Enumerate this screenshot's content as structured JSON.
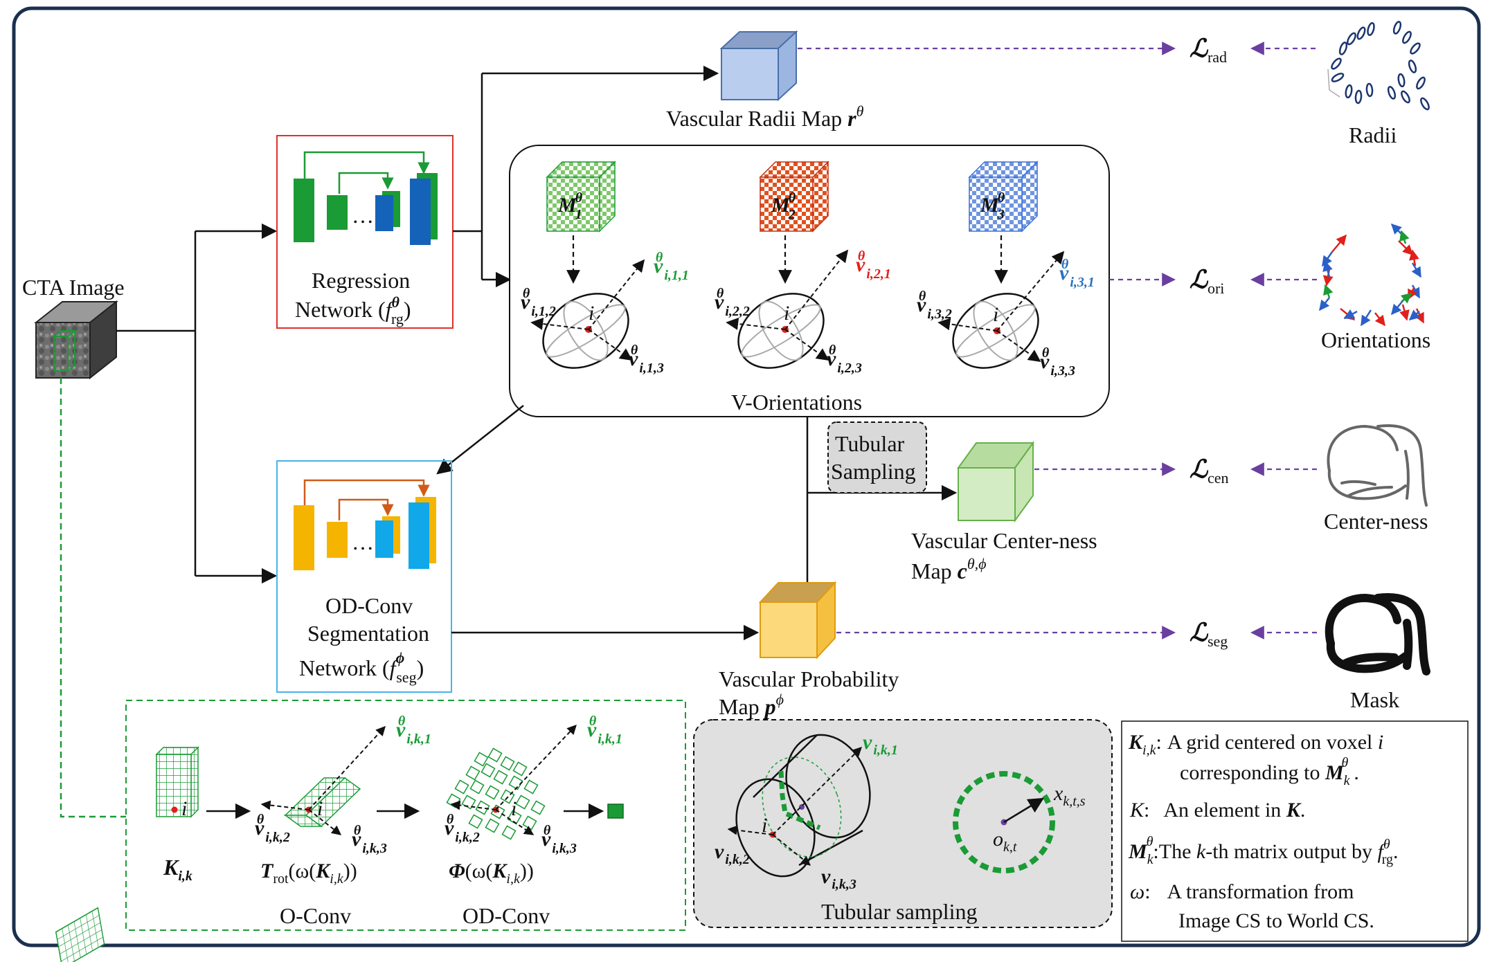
{
  "title_labels": {
    "cta_image": "CTA Image",
    "regression_l1": "Regression",
    "regression_l2": "Network (",
    "regression_fn": "f",
    "regression_sup": "θ",
    "regression_sub": "rg",
    "regression_close": ")",
    "odconv_l1": "OD-Conv",
    "odconv_l2": "Segmentation",
    "odconv_l3": "Network (",
    "odconv_fn": "f",
    "odconv_sup": "ϕ",
    "odconv_sub": "seg",
    "odconv_close": ")",
    "radii_map": "Vascular Radii Map ",
    "radii_sym": "r",
    "radii_sup": "θ",
    "v_orientations": "V-Orientations",
    "centerness_l1": "Vascular Center-ness",
    "centerness_l2": "Map ",
    "centerness_sym": "c",
    "centerness_sup": "θ,ϕ",
    "prob_l1": "Vascular Probability",
    "prob_l2": "Map ",
    "prob_sym": "p",
    "prob_sup": "ϕ",
    "tubular_box_l1": "Tubular",
    "tubular_box_l2": "Sampling",
    "tubular_panel": "Tubular sampling",
    "oconv": "O-Conv",
    "odconv": "OD-Conv"
  },
  "matrices": [
    {
      "sym": "M",
      "sub": "1",
      "sup": "θ",
      "color": "#1f9e3a"
    },
    {
      "sym": "M",
      "sub": "2",
      "sup": "θ",
      "color": "#d23a10"
    },
    {
      "sym": "M",
      "sub": "3",
      "sup": "θ",
      "color": "#3a6fd8"
    }
  ],
  "orient_vectors": [
    {
      "v1": "i,1,1",
      "v2": "i,1,2",
      "v3": "i,1,3",
      "v1_color": "#1f9e3a"
    },
    {
      "v1": "i,2,1",
      "v2": "i,2,2",
      "v3": "i,2,3",
      "v1_color": "#e0201a"
    },
    {
      "v1": "i,3,1",
      "v2": "i,3,2",
      "v3": "i,3,3",
      "v1_color": "#2a6fc0"
    }
  ],
  "losses": [
    {
      "sym": "ℒ",
      "sub": "rad"
    },
    {
      "sym": "ℒ",
      "sub": "ori"
    },
    {
      "sym": "ℒ",
      "sub": "cen"
    },
    {
      "sym": "ℒ",
      "sub": "seg"
    }
  ],
  "targets": [
    "Radii",
    "Orientations",
    "Center-ness",
    "Mask"
  ],
  "conv_panel": {
    "k_label": "K",
    "k_sub": "i,k",
    "i_label": "i",
    "v_sym": "v",
    "v1_sub": "i,k,1",
    "v2_sub": "i,k,2",
    "v3_sub": "i,k,3",
    "trot": "T",
    "trot_sub": "rot",
    "trot_arg": "(ω(",
    "trot_k": "K",
    "trot_k_sub": "i,k",
    "trot_close": "))",
    "phi": "Φ",
    "phi_arg": "(ω(",
    "phi_close": "))"
  },
  "tubular": {
    "v1_sub": "i,k,1",
    "v2_sub": "i,k,2",
    "v3_sub": "i,k,3",
    "o_sym": "o",
    "o_sub": "k,t",
    "x_sym": "x",
    "x_sub": "k,t,s",
    "i_label": "i"
  },
  "legend": [
    {
      "sym": "K",
      "sub": "i,k",
      "colon": ":",
      "text1": "A grid centered on voxel ",
      "text1_it": "i",
      "text2": "corresponding to ",
      "text2_sym": "M",
      "text2_sub": "k",
      "text2_sup": "θ",
      "text2_end": "."
    },
    {
      "sym": "K",
      "colon": ":",
      "text1": "An element in ",
      "text1_sym": "K",
      "text1_end": "."
    },
    {
      "sym": "M",
      "sub": "k",
      "sup": "θ",
      "colon": ":",
      "text1": "The ",
      "text1_it": "k",
      "text1_mid": "-th matrix output by ",
      "text1_fn": "f",
      "text1_fn_sup": "θ",
      "text1_fn_sub": "rg",
      "text1_end": "."
    },
    {
      "sym": "ω",
      "colon": ":",
      "text1": "A transformation from",
      "text2": "Image CS to World CS."
    }
  ],
  "colors": {
    "frame": "#1c2f4f",
    "green": "#1a9b35",
    "blue_net": "#1463b8",
    "orange_net": "#f5b400",
    "sky_net": "#10a8e8",
    "loss_arrow": "#6a3fa0",
    "red_box": "#e0302a",
    "sky_box": "#49b3e8"
  }
}
